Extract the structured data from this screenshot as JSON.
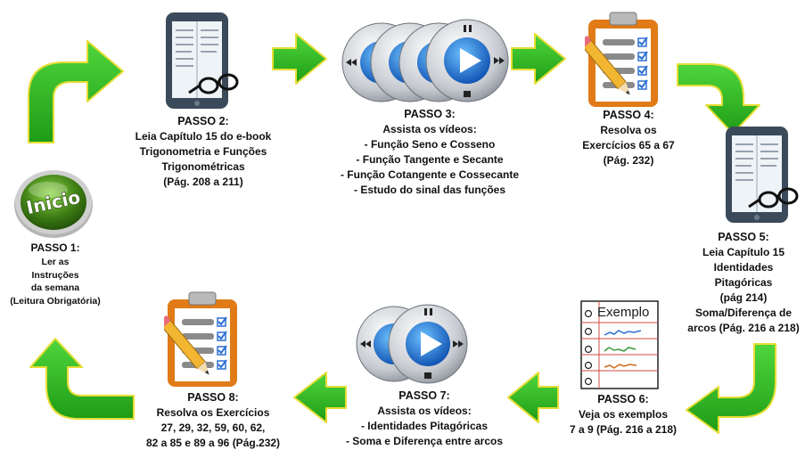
{
  "start_button": {
    "label": "Inicio"
  },
  "example_card": {
    "label": "Exemplo"
  },
  "steps": {
    "s1": {
      "heading": "PASSO 1:",
      "lines": [
        "Ler as",
        "Instruções",
        "da semana",
        "(Leitura Obrigatória)"
      ]
    },
    "s2": {
      "heading": "PASSO 2:",
      "lines": [
        "Leia Capítulo  15 do e-book",
        "Trigonometria  e Funções",
        "Trigonométricas",
        "(Pág. 208 a 211)"
      ]
    },
    "s3": {
      "heading": "PASSO 3:",
      "lines": [
        "Assista  os vídeos:",
        "- Função Seno e Cosseno",
        "-     Função Tangente e Secante",
        "- Função Cotangente e Cossecante",
        "- Estudo  do sinal das funções"
      ]
    },
    "s4": {
      "heading": "PASSO 4:",
      "lines": [
        "Resolva os",
        "Exercícios  65 a 67",
        "(Pág. 232)"
      ]
    },
    "s5": {
      "heading": "PASSO 5:",
      "lines": [
        "Leia Capítulo  15",
        "Identidades",
        "Pitagóricas",
        "(pág 214)",
        "Soma/Diferença de",
        "arcos (Pág. 216 a 218)"
      ]
    },
    "s6": {
      "heading": "PASSO 6:",
      "lines": [
        "Veja os exemplos",
        "7 a 9 (Pág. 216 a 218)"
      ]
    },
    "s7": {
      "heading": "PASSO 7:",
      "lines": [
        "Assista  os vídeos:",
        "- Identidades Pitagóricas",
        "-     Soma e Diferença entre arcos"
      ]
    },
    "s8": {
      "heading": "PASSO 8:",
      "lines": [
        "Resolva os Exercícios",
        "27, 29, 32, 59, 60, 62,",
        "82 a 85 e 89 a 96 (Pág.232)"
      ]
    }
  },
  "colors": {
    "arrow_fill": "#2eb820",
    "arrow_outline": "#e8dd34",
    "start_button": "#3d7d14",
    "play_button": "#1a6fd6",
    "clipboard": "#e07b18",
    "tablet": "#3b4a5a"
  },
  "icons": [
    "start-button-icon",
    "tablet-book-icon",
    "video-player-icon",
    "clipboard-checklist-icon",
    "example-notebook-icon",
    "flow-arrow-icon"
  ]
}
